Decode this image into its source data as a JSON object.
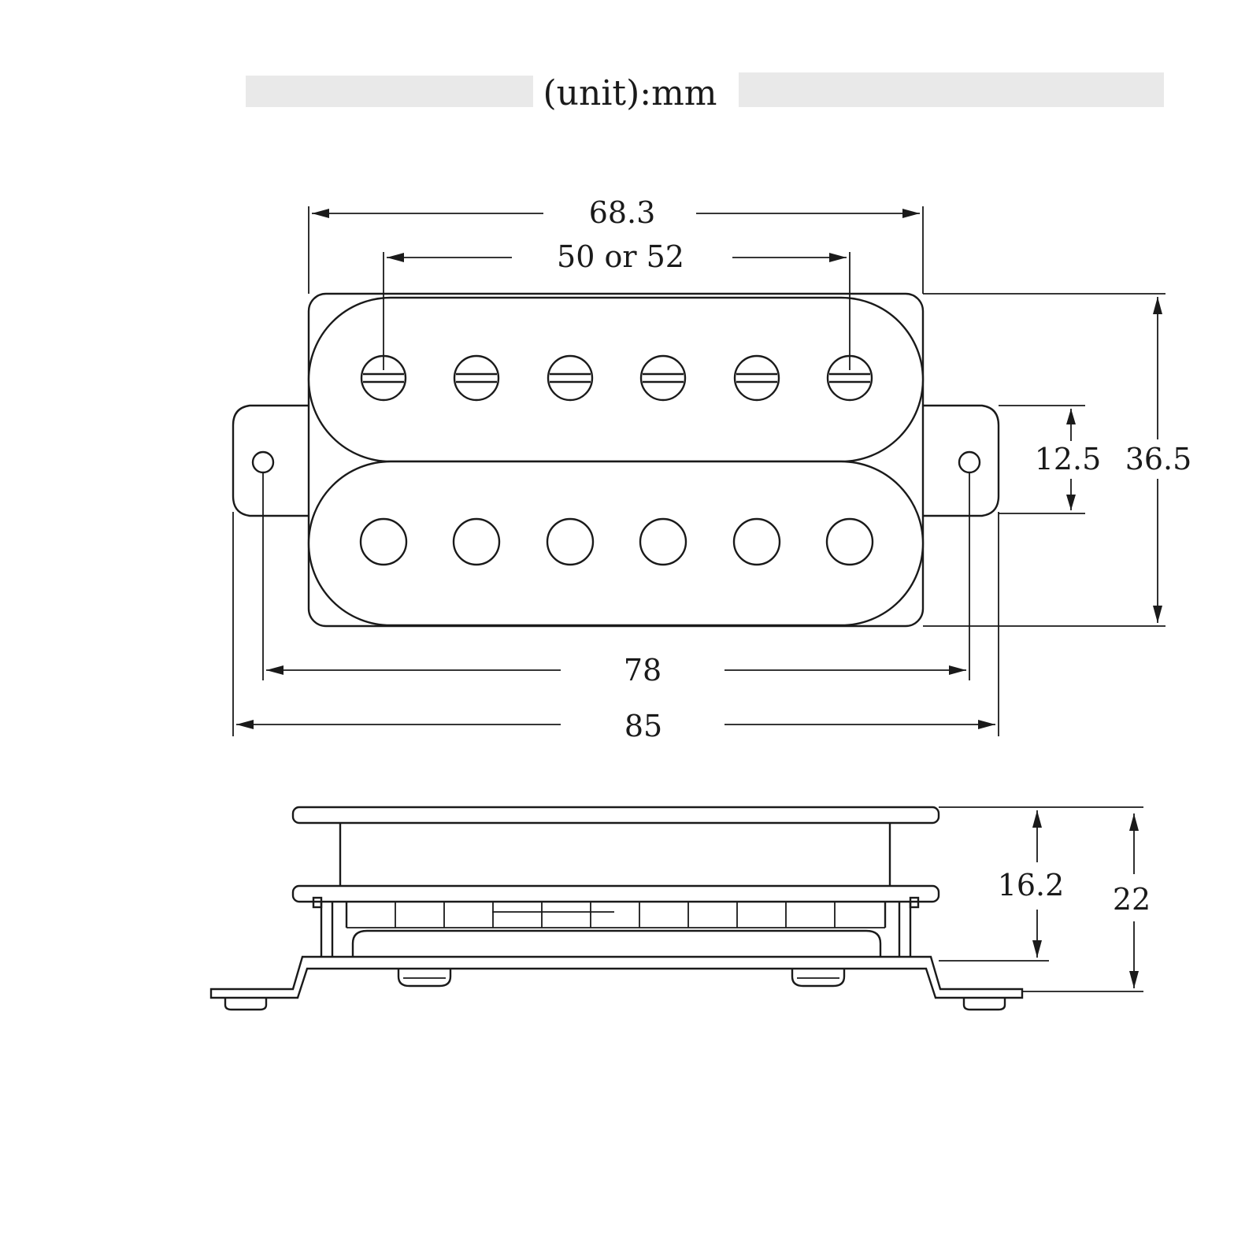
{
  "unit_label": "(unit):mm",
  "dimensions": {
    "cover_width": "68.3",
    "pole_spacing": "50 or 52",
    "width_height": "36.5",
    "tab_height": "12.5",
    "mount_hole_spacing": "78",
    "overall_length": "85",
    "body_height": "16.2",
    "total_height": "22"
  },
  "pole_pieces": {
    "slotted_screws_count": 6,
    "plain_slugs_count": 6
  },
  "colors": {
    "line": "#1a1a1a",
    "background": "#ffffff"
  }
}
